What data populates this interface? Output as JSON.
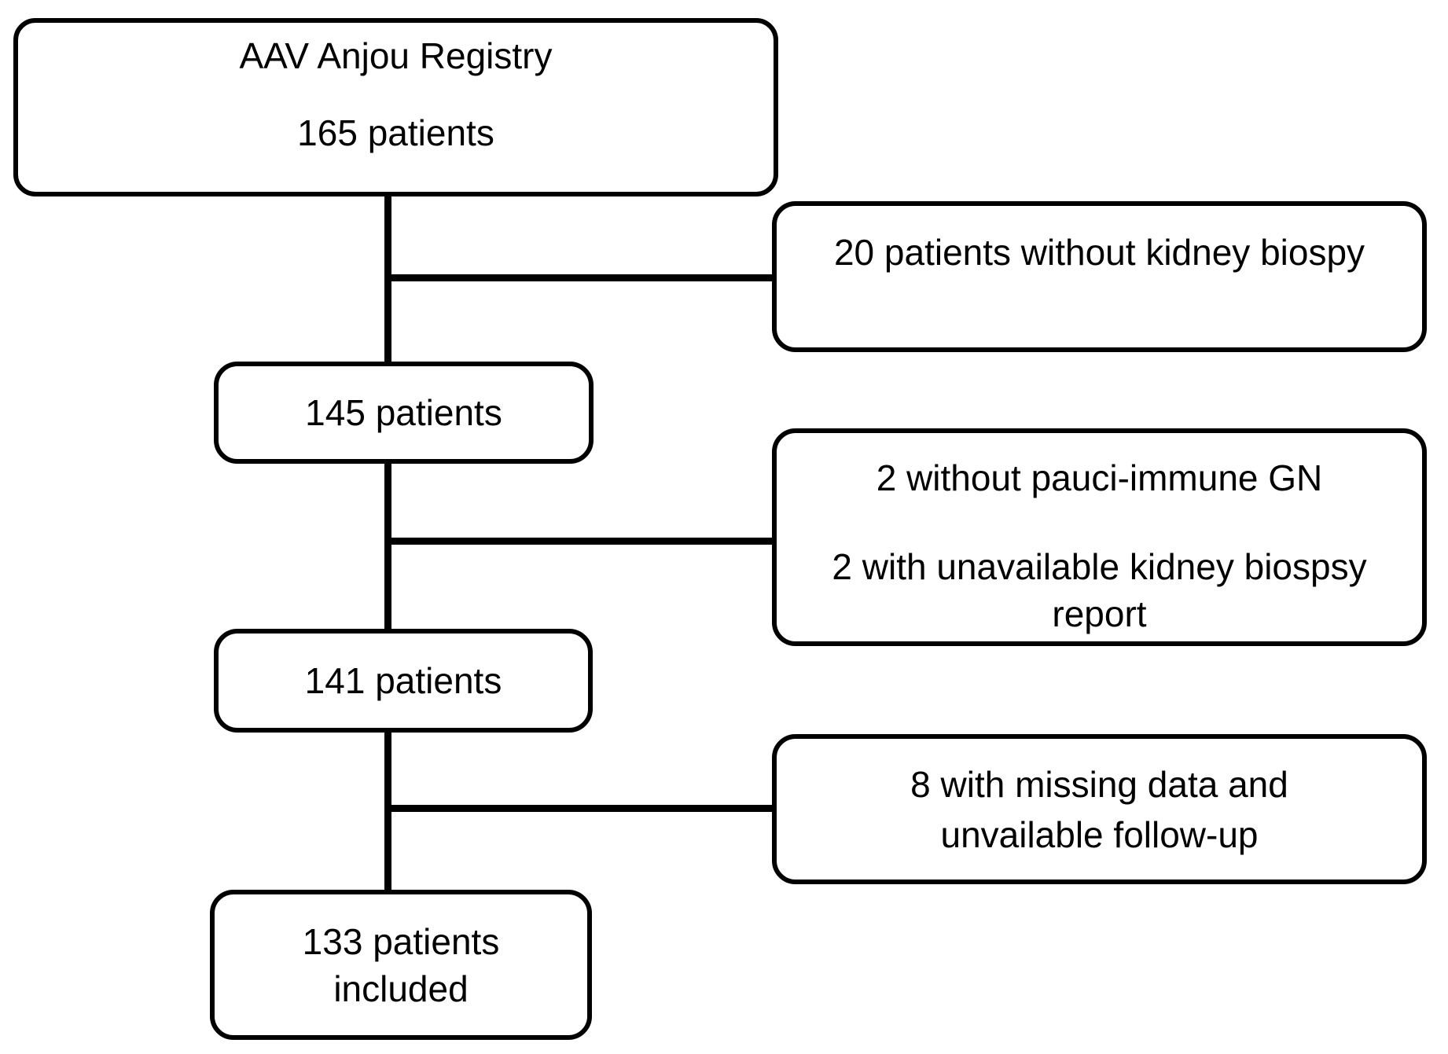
{
  "flowchart": {
    "source_box": {
      "title": "AAV Anjou Registry",
      "count": "165 patients"
    },
    "steps": [
      {
        "label": "145 patients"
      },
      {
        "label": "141 patients"
      },
      {
        "label_lines": [
          "133 patients",
          "included"
        ]
      }
    ],
    "exclusions": [
      {
        "text_lines": [
          "20 patients without kidney biospy"
        ]
      },
      {
        "paragraph1": "2 without pauci-immune GN",
        "paragraph2_lines": [
          "2 with unavailable kidney biospsy",
          "report"
        ]
      },
      {
        "text_lines": [
          "8 with missing data and",
          "unvailable follow-up"
        ]
      }
    ],
    "colors": {
      "stroke": "#000000",
      "background": "#ffffff",
      "text": "#000000"
    }
  }
}
